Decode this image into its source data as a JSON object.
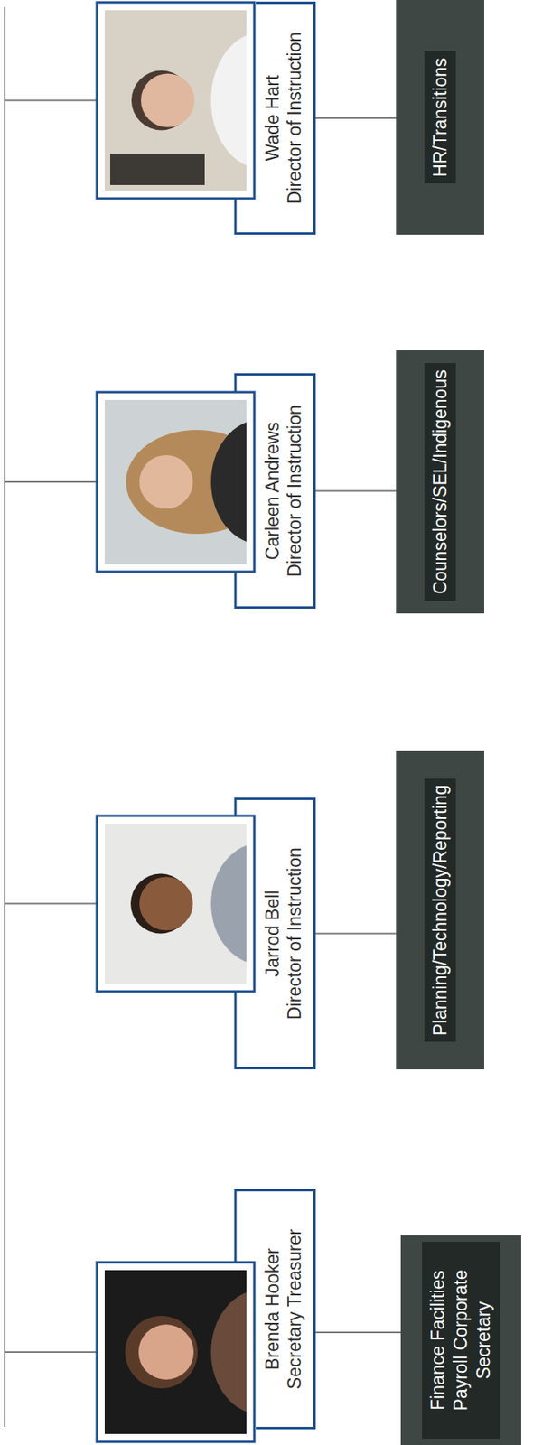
{
  "diagram": {
    "nodes": [
      {
        "text": [
          "Brenda Hooker",
          "Secretary Treasurer"
        ]
      },
      {
        "text": [
          "Finance Facilities Payroll Corporate Secretary"
        ]
      },
      {
        "text": [
          "Jarrod Bell",
          "Director of Instruction"
        ]
      },
      {
        "text": [
          "Planning/Technology/Reporting"
        ]
      },
      {
        "text": [
          "Carleen Andrews",
          "Director of Instruction"
        ]
      },
      {
        "text": [
          "Counselors/SEL/Indigenous"
        ]
      },
      {
        "text": [
          "Wade Hart",
          "Director of Instruction"
        ]
      },
      {
        "text": [
          "HR/Transitions"
        ]
      }
    ],
    "edges": [
      {
        "from": 0,
        "to": 1,
        "arrow": "none"
      },
      {
        "from": 2,
        "to": 3,
        "arrow": "none"
      },
      {
        "from": 4,
        "to": 5,
        "arrow": "none"
      },
      {
        "from": 6,
        "to": 7,
        "arrow": "none"
      }
    ]
  }
}
